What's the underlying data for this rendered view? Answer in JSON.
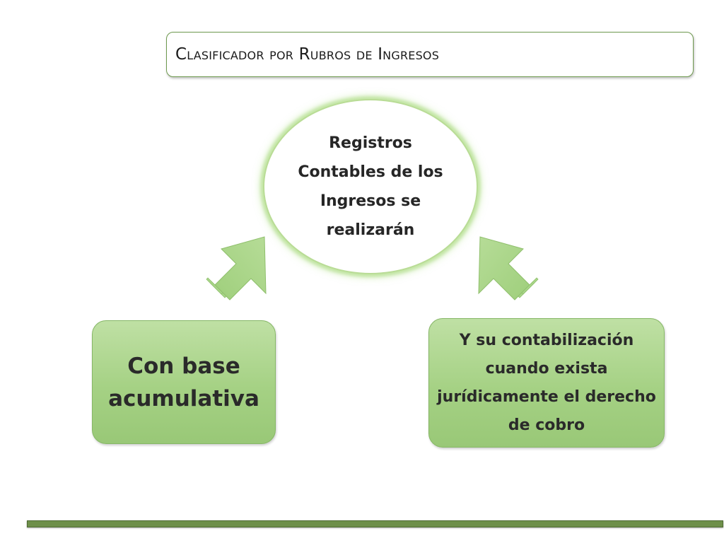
{
  "title": "Clasificador por Rubros de Ingresos",
  "center": {
    "text": "Registros Contables de los Ingresos se realizarán"
  },
  "left_box": {
    "text": "Con base acumulativa"
  },
  "right_box": {
    "text": "Y su contabilización cuando exista jurídicamente el derecho de cobro"
  },
  "colors": {
    "accent_green": "#a5d184",
    "border_green": "#6f9a4f",
    "footer_green": "#6e8f4a"
  },
  "icons": [
    "arrow-up-right-icon",
    "arrow-up-left-icon"
  ]
}
